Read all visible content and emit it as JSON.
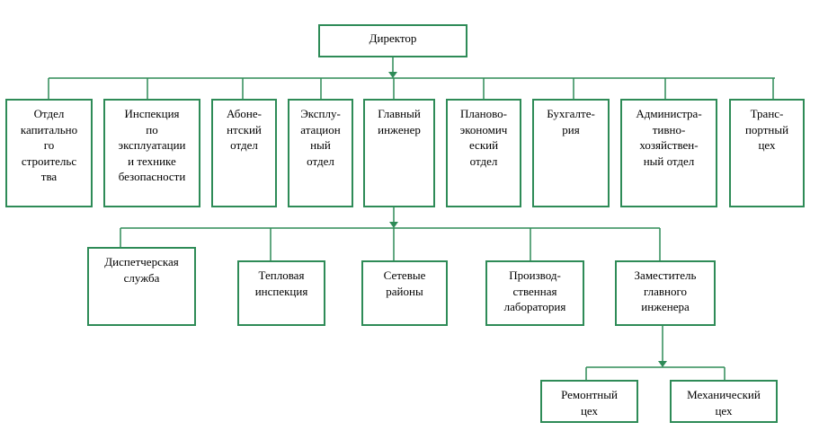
{
  "diagram": {
    "director": "Директор",
    "level2": {
      "capital_construction": "Отдел\nкапитально\nго\nстроительс\nтва",
      "operation_inspection": "Инспекция\nпо\nэксплуатации\nи технике\nбезопасности",
      "subscriber_dept": "Абоне-\nнтский\nотдел",
      "operation_dept": "Эксплу-\nатацион\nный\nотдел",
      "chief_engineer": "Главный\nинженер",
      "planning_economic": "Планово-\nэкономич\nеский\nотдел",
      "accounting": "Бухгалте-\nрия",
      "admin_household": "Администра-\nтивно-\nхозяйствен-\nный отдел",
      "transport_shop": "Транс-\nпортный\nцех"
    },
    "level3": {
      "dispatch_service": "Диспетчерская\nслужба",
      "heat_inspection": "Тепловая\nинспекция",
      "network_districts": "Сетевые\nрайоны",
      "production_lab": "Производ-\nственная\nлаборатория",
      "deputy_chief_engineer": "Заместитель\nглавного\nинженера"
    },
    "level4": {
      "repair_shop": "Ремонтный\nцех",
      "mechanical_shop": "Механический\nцех"
    }
  },
  "colors": {
    "border": "#2e8b57",
    "connector": "#2e8b57",
    "text": "#000000",
    "background": "#ffffff"
  }
}
